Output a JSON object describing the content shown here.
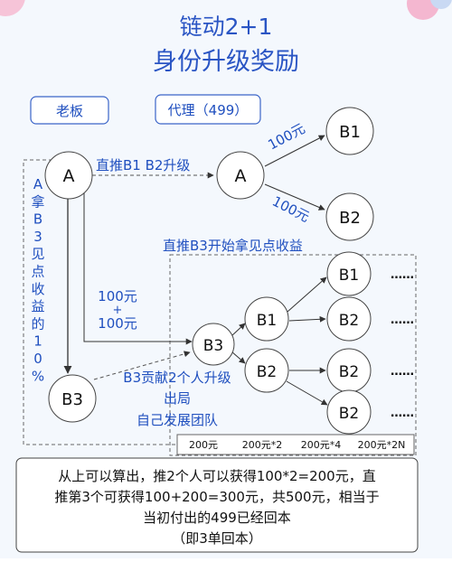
{
  "title": {
    "line1": "链动2+1",
    "line2": "身份升级奖励"
  },
  "roles": {
    "boss": "老板",
    "agent": "代理（499）"
  },
  "nodes": {
    "a_left": "A",
    "a_right": "A",
    "b1_top": "B1",
    "b2_top": "B2",
    "b3_left": "B3",
    "b3_mid": "B3",
    "b1_mid": "B1",
    "b2_mid": "B2",
    "leaf1": "B1",
    "leaf2": "B2",
    "leaf3": "B2",
    "leaf4": "B2"
  },
  "labels": {
    "direct_push": "直推B1 B2升级",
    "amount_b1": "100元",
    "amount_b2": "100元",
    "b3_push": "直推B3开始拿见点收益",
    "combo_top": "100元",
    "combo_plus": "+",
    "combo_bottom": "100元",
    "b3_desc_1": "B3贡献2个人升级",
    "b3_desc_2": "出局",
    "b3_desc_3": "自己发展团队",
    "vertical_note": [
      "A",
      "拿",
      "B",
      "3",
      "见",
      "点",
      "收",
      "益",
      "的",
      "1",
      "0",
      "%"
    ],
    "dots": "……"
  },
  "levels": [
    "200元",
    "200元*2",
    "200元*4",
    "200元*2N"
  ],
  "summary": {
    "line1": "从上可以算出，推2个人可以获得100*2=200元，直",
    "line2": "推第3个可获得100+200=300元，共500元，相当于",
    "line3": "当初付出的499已经回本",
    "line4": "（即3单回本）"
  },
  "colors": {
    "title": "#2a55c4",
    "accent": "#1f4fbf",
    "line": "#333333",
    "dash": "#666666"
  }
}
